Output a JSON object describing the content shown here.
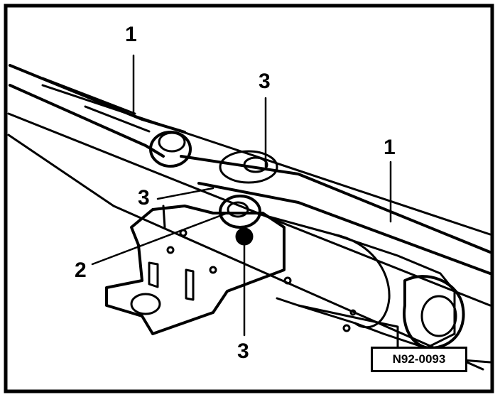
{
  "figure": {
    "callouts": {
      "top_left_1": "1",
      "top_center_3": "3",
      "right_1": "1",
      "left_3": "3",
      "left_2": "2",
      "bottom_3": "3"
    },
    "reference_code": "N92-0093"
  },
  "colors": {
    "ink": "#000000",
    "paper": "#ffffff"
  }
}
